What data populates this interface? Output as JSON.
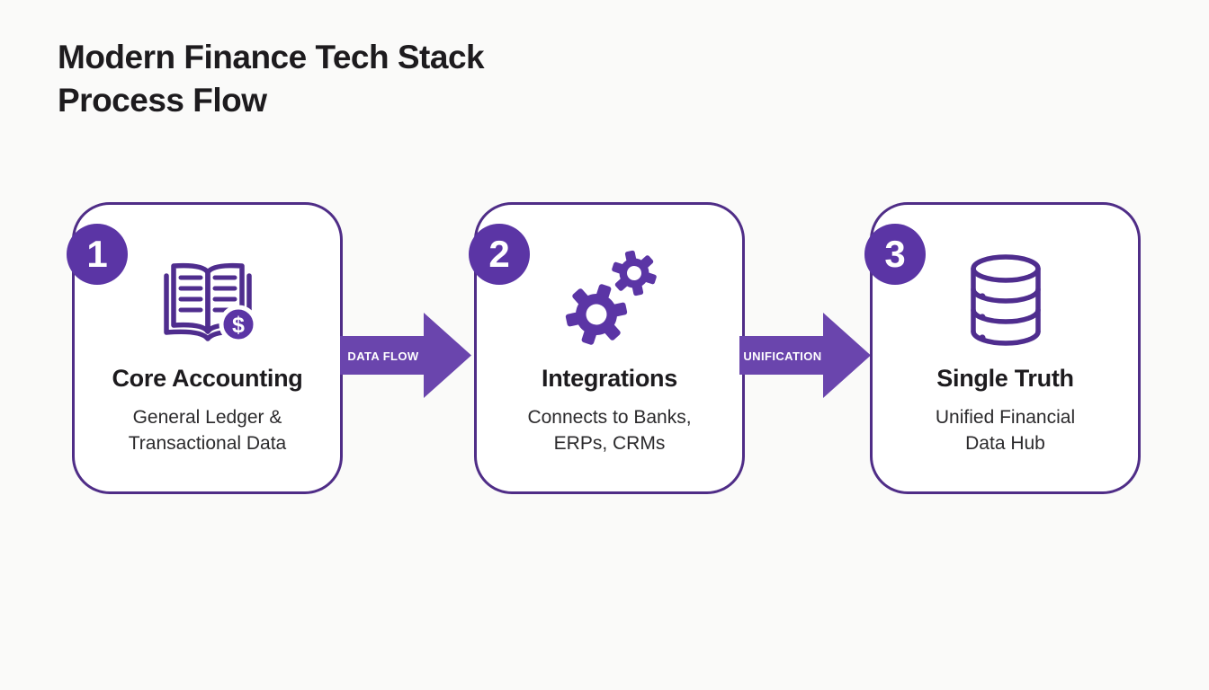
{
  "colors": {
    "purple_border": "#4f2d87",
    "purple_badge": "#5b35a5",
    "purple_arrow": "#6a45ad",
    "purple_icon": "#4f2d8e",
    "title_text": "#1d1b1e",
    "body_text": "#2b2a2c",
    "background": "#fafaf9",
    "card_bg": "#ffffff"
  },
  "header": {
    "title_line1": "Modern Finance Tech Stack",
    "title_line2": "Process Flow"
  },
  "steps": [
    {
      "number": "1",
      "icon": "ledger-book-dollar-icon",
      "title": "Core Accounting",
      "description_line1": "General Ledger &",
      "description_line2": "Transactional Data"
    },
    {
      "number": "2",
      "icon": "gears-icon",
      "title": "Integrations",
      "description_line1": "Connects to Banks,",
      "description_line2": "ERPs, CRMs"
    },
    {
      "number": "3",
      "icon": "database-icon",
      "title": "Single Truth",
      "description_line1": "Unified Financial",
      "description_line2": "Data Hub"
    }
  ],
  "connectors": [
    {
      "label": "DATA FLOW"
    },
    {
      "label": "UNIFICATION"
    }
  ]
}
